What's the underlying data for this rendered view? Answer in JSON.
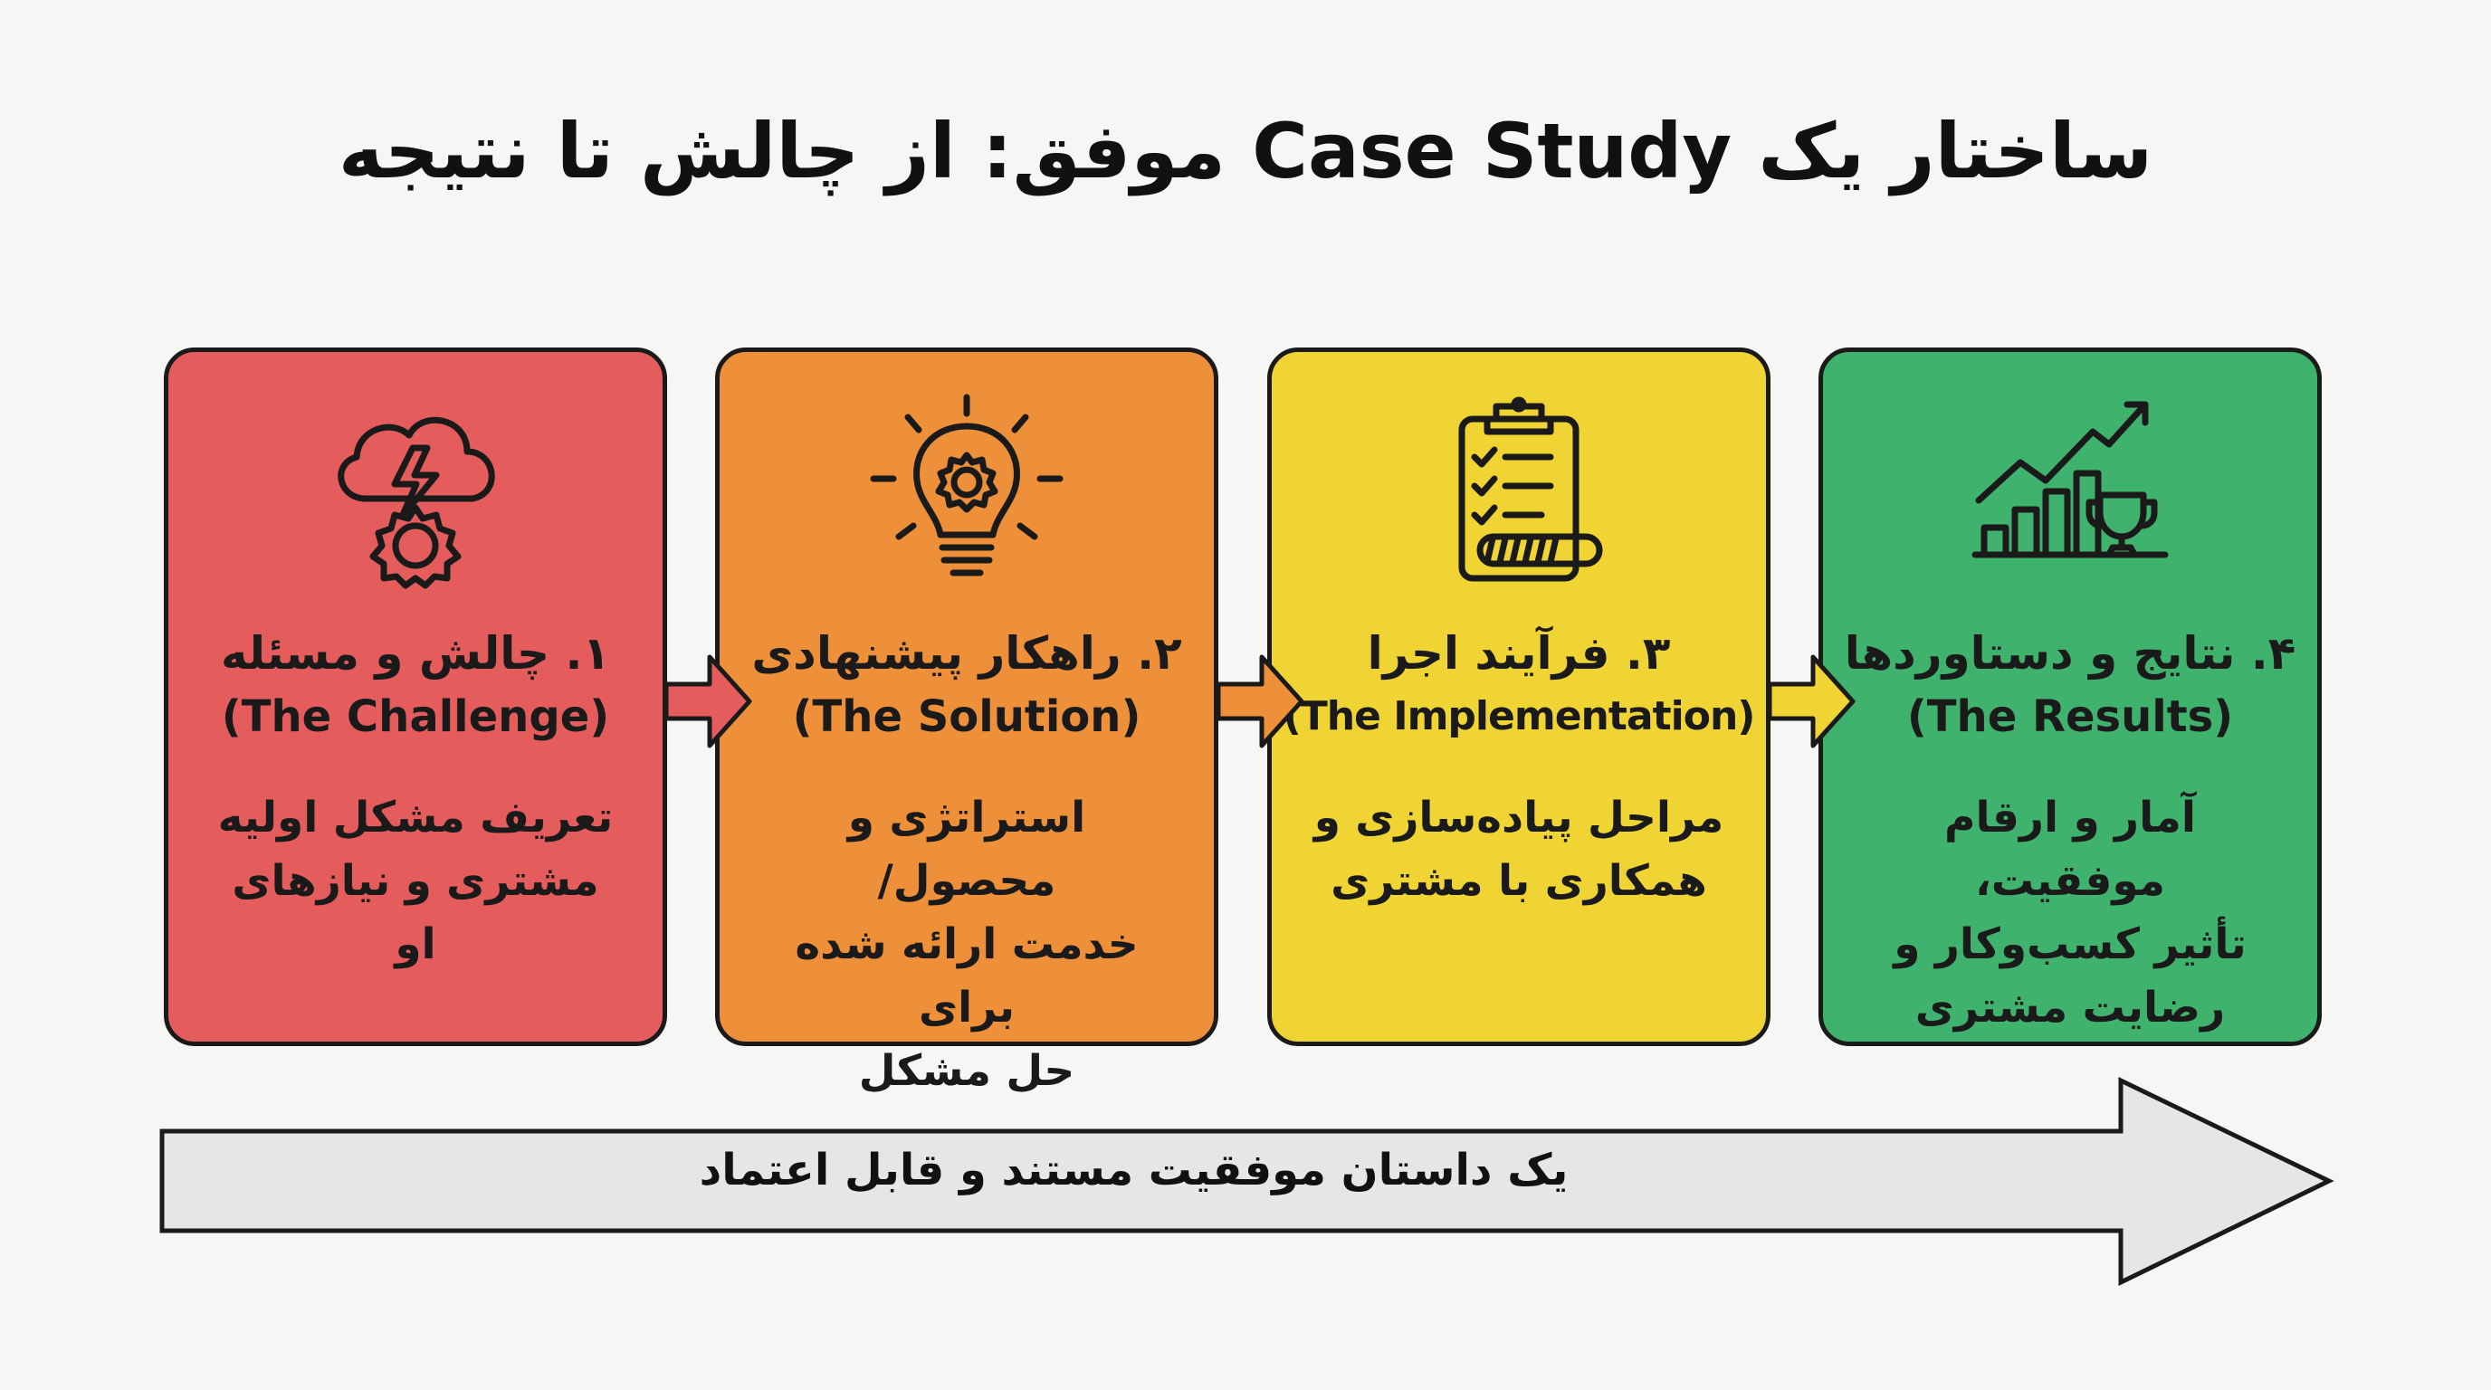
{
  "title": "ساختار یک Case Study موفق: از چالش تا نتیجه",
  "steps": [
    {
      "heading_fa": "۱. چالش و مسئله",
      "heading_en": "(The Challenge)",
      "desc_line1": "تعریف مشکل اولیه",
      "desc_line2": "مشتری و نیازهای او",
      "desc_line3": "",
      "color": "#e45c5c",
      "icon": "cloud-lightning-gear-icon"
    },
    {
      "heading_fa": "۲. راهکار پیشنهادی",
      "heading_en": "(The Solution)",
      "desc_line1": "استراتژی و محصول/",
      "desc_line2": "خدمت ارائه شده برای",
      "desc_line3": "حل مشکل",
      "color": "#ee8f3a",
      "icon": "lightbulb-gear-icon"
    },
    {
      "heading_fa": "۳. فرآیند اجرا",
      "heading_en": "(The Implementation)",
      "desc_line1": "مراحل پیاده‌سازی و",
      "desc_line2": "همکاری با مشتری",
      "desc_line3": "",
      "color": "#f0d433",
      "icon": "clipboard-checklist-icon"
    },
    {
      "heading_fa": "۴. نتایج و دستاوردها",
      "heading_en": "(The Results)",
      "desc_line1": "آمار و ارقام موفقیت،",
      "desc_line2": "تأثیر کسب‌وکار و",
      "desc_line3": "رضایت مشتری",
      "color": "#3fb36e",
      "icon": "growth-chart-trophy-icon"
    }
  ],
  "footer_arrow_label": "یک داستان موفقیت مستند و قابل اعتماد",
  "colors": {
    "background": "#f6f6f4",
    "outline": "#1a1a1a",
    "big_arrow_fill": "#e6e6e6"
  }
}
